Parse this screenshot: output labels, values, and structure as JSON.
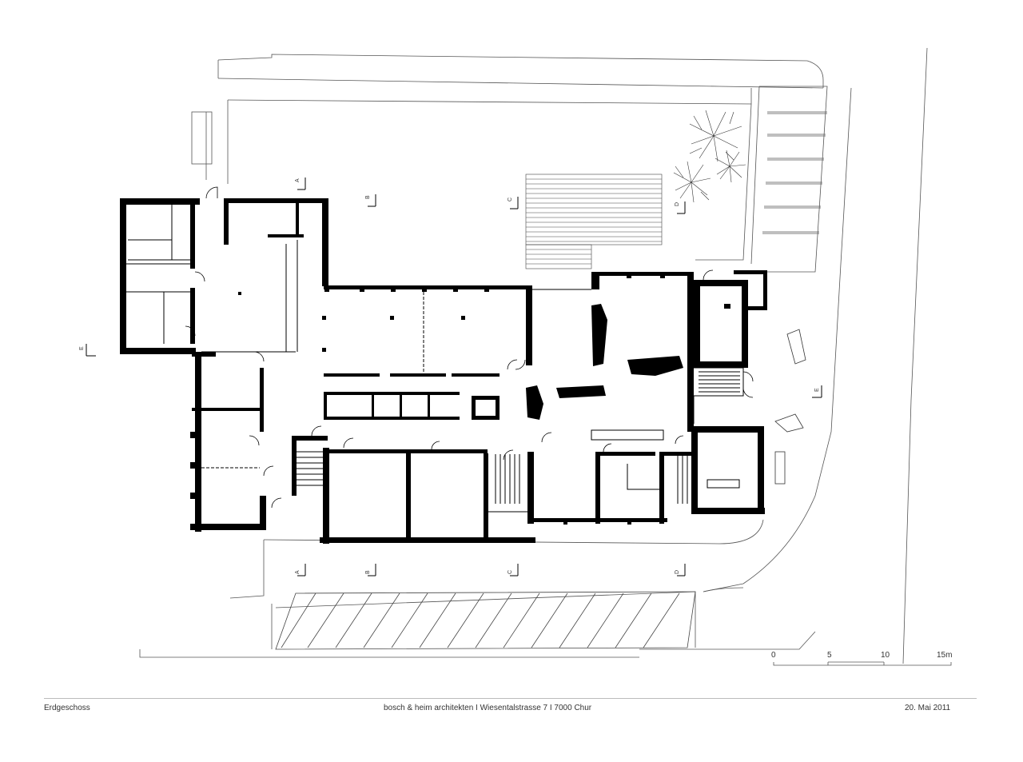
{
  "footer": {
    "left": "Erdgeschoss",
    "center": "bosch & heim architekten I Wiesentalstrasse 7 I 7000 Chur",
    "right": "20. Mai 2011"
  },
  "scale_bar": {
    "labels": [
      "0",
      "5",
      "10",
      "15m"
    ]
  },
  "section_markers": [
    "A",
    "B",
    "C",
    "D",
    "E"
  ]
}
